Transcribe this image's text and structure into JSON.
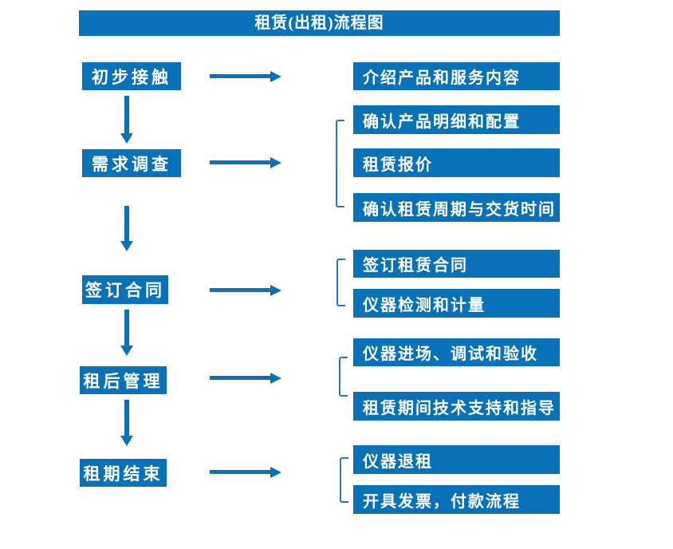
{
  "title": "租赁(出租)流程图",
  "colors": {
    "primary": "#0971B8",
    "bracket": "#2E75B6",
    "box_text": "#FFFFFF",
    "background": "#FFFFFF"
  },
  "steps": [
    {
      "label": "初步接触"
    },
    {
      "label": "需求调查"
    },
    {
      "label": "签订合同"
    },
    {
      "label": "租后管理"
    },
    {
      "label": "租期结束"
    }
  ],
  "details": [
    {
      "label": "介绍产品和服务内容"
    },
    {
      "label": "确认产品明细和配置"
    },
    {
      "label": "租赁报价"
    },
    {
      "label": "确认租赁周期与交货时间"
    },
    {
      "label": "签订租赁合同"
    },
    {
      "label": "仪器检测和计量"
    },
    {
      "label": "仪器进场、调试和验收"
    },
    {
      "label": "租赁期间技术支持和指导"
    },
    {
      "label": "仪器退租"
    },
    {
      "label": "开具发票，付款流程"
    }
  ]
}
